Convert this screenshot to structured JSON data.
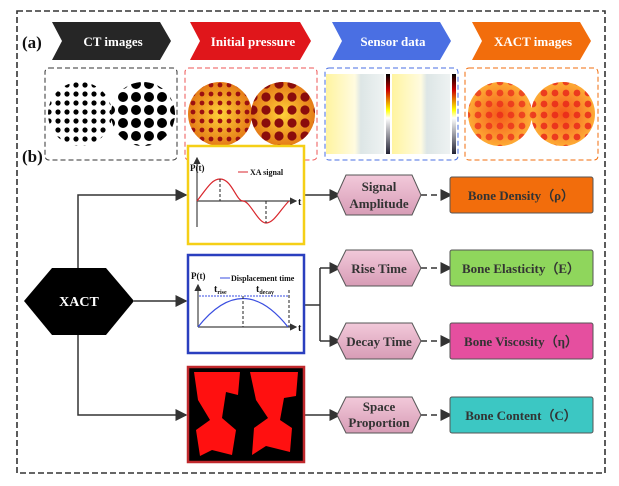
{
  "panel_a": {
    "label": "(a)",
    "steps": [
      {
        "label": "CT images",
        "color": "#262626"
      },
      {
        "label": "Initial pressure",
        "color": "#e0161b"
      },
      {
        "label": "Sensor data",
        "color": "#4a6fe3"
      },
      {
        "label": "XACT images",
        "color": "#f26d0c"
      }
    ]
  },
  "panel_b": {
    "label": "(b)",
    "center": "XACT",
    "signal_plot": {
      "ylabel": "P(t)",
      "xlabel": "t",
      "legend": "XA signal",
      "color": "#d9262c"
    },
    "displacement_plot": {
      "ylabel": "P(t)",
      "xlabel": "t",
      "legend": "Displacement time",
      "t_rise": "t",
      "t_rise_sub": "rise",
      "t_decay": "t",
      "t_decay_sub": "decay",
      "color": "#3a4ee0"
    },
    "features": [
      {
        "line1": "Signal",
        "line2": "Amplitude"
      },
      {
        "line1": "Rise Time"
      },
      {
        "line1": "Decay Time"
      },
      {
        "line1": "Space",
        "line2": "Proportion"
      }
    ],
    "properties": [
      {
        "label": "Bone Density（ρ）",
        "color": "#f26d0c"
      },
      {
        "label": "Bone Elasticity（E）",
        "color": "#8fd65c"
      },
      {
        "label": "Bone Viscosity（η）",
        "color": "#e54f9f"
      },
      {
        "label": "Bone Content（C）",
        "color": "#3cc7c3"
      }
    ]
  }
}
